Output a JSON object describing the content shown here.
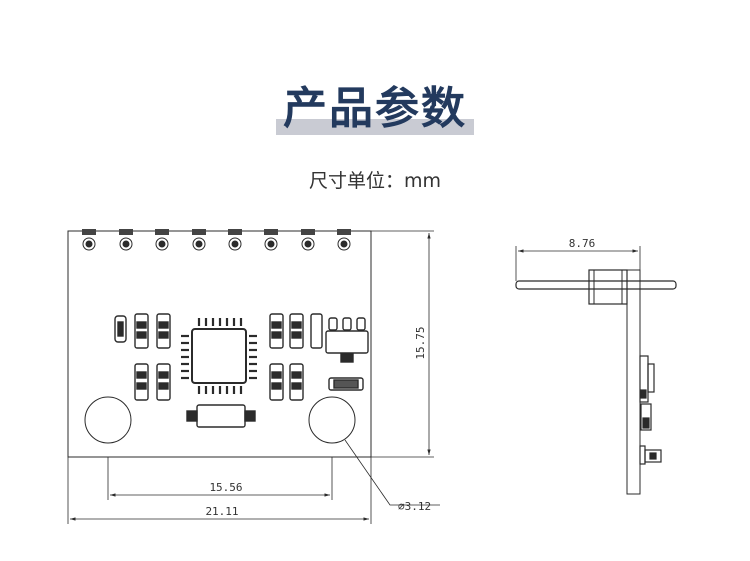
{
  "header": {
    "title": "产品参数",
    "subtitle": "尺寸单位：mm"
  },
  "dimensions": {
    "height": "15.75",
    "hole_spacing": "15.56",
    "board_width": "21.11",
    "hole_diameter": "⌀3.12",
    "side_depth": "8.76"
  },
  "colors": {
    "title": "#233a5e",
    "title_bar": "#c9cbd3",
    "line": "#2b2b2b"
  }
}
